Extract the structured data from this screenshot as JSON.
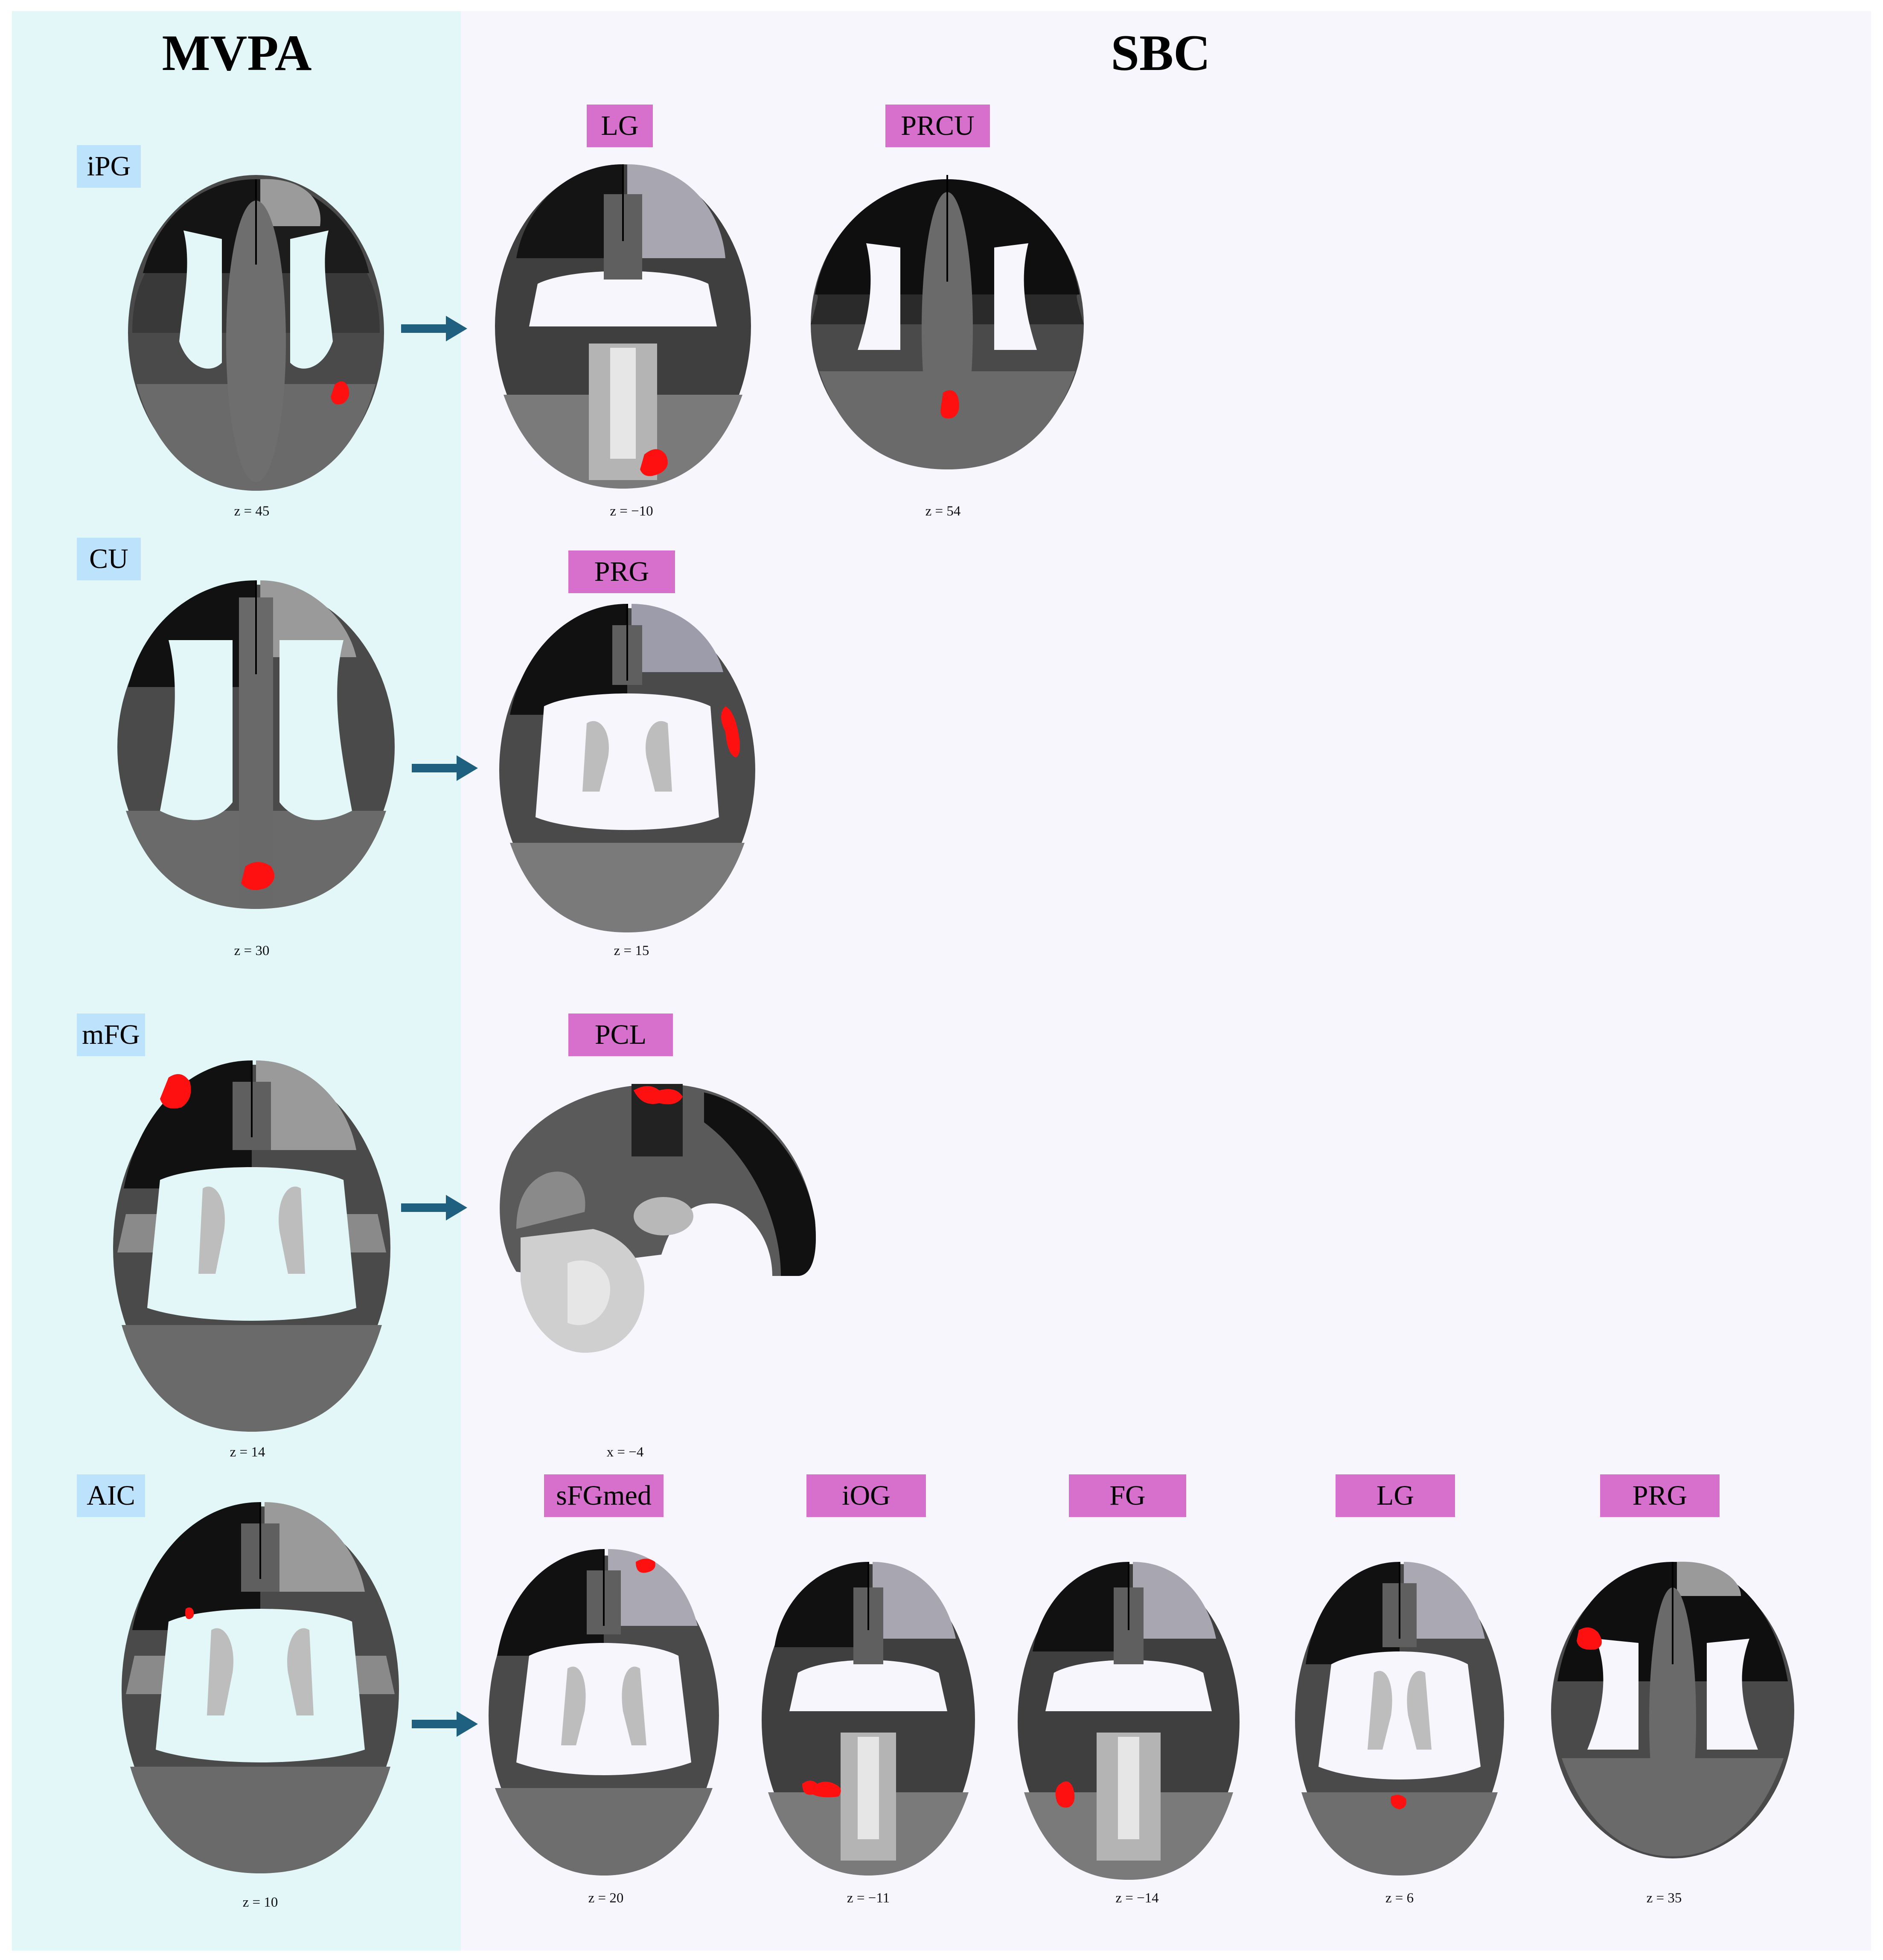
{
  "headers": {
    "mvpa": "MVPA",
    "sbc": "SBC"
  },
  "colors": {
    "mvpa_background": "#e3f7f9",
    "sbc_background": "#f8f6fd",
    "mvpa_label": "#bde2fb",
    "sbc_label": "#d670cc",
    "cluster": "#ff1010",
    "arrow": "#1f5f7f"
  },
  "rows": [
    {
      "mvpa": {
        "label": "iPG",
        "coord": "z = 45"
      },
      "sbc": [
        {
          "label": "LG",
          "coord": "z = −10"
        },
        {
          "label": "PRCU",
          "coord": "z = 54"
        }
      ]
    },
    {
      "mvpa": {
        "label": "CU",
        "coord": "z = 30"
      },
      "sbc": [
        {
          "label": "PRG",
          "coord": "z = 15"
        }
      ]
    },
    {
      "mvpa": {
        "label": "mFG",
        "coord": "z = 14"
      },
      "sbc": [
        {
          "label": "PCL",
          "coord": "x = −4"
        }
      ]
    },
    {
      "mvpa": {
        "label": "AIC",
        "coord": "z = 10"
      },
      "sbc": [
        {
          "label": "sFGmed",
          "coord": "z = 20"
        },
        {
          "label": "iOG",
          "coord": "z = −11"
        },
        {
          "label": "FG",
          "coord": "z = −14"
        },
        {
          "label": "LG",
          "coord": "z = 6"
        },
        {
          "label": "PRG",
          "coord": "z = 35"
        }
      ]
    }
  ]
}
